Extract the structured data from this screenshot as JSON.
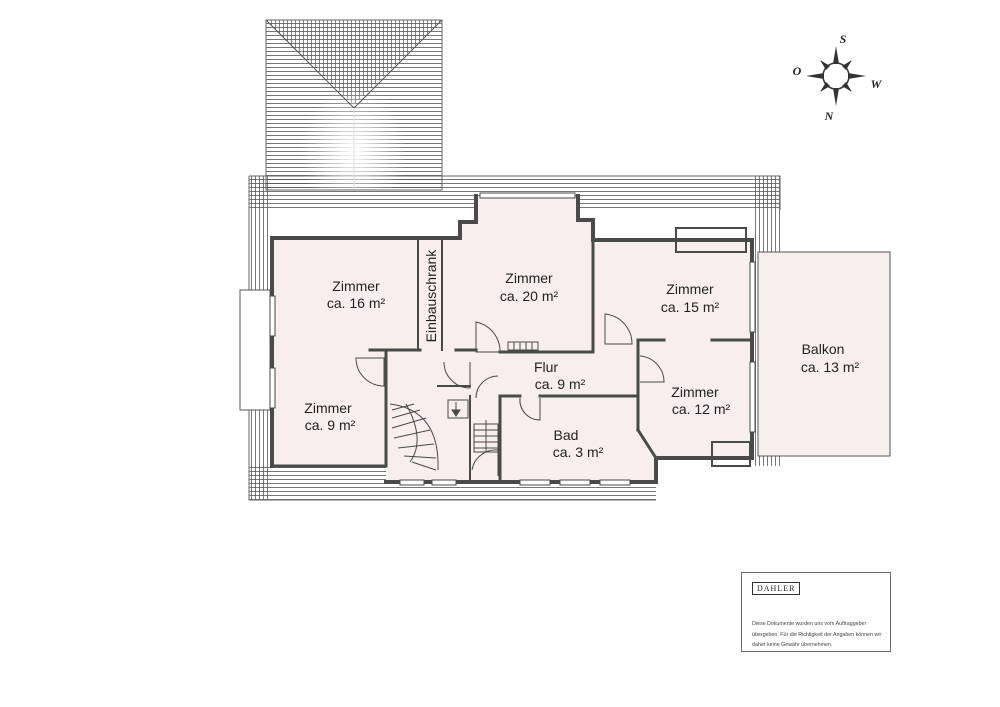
{
  "rooms": [
    {
      "name": "Zimmer",
      "area": "ca. 16 m²"
    },
    {
      "name": "Zimmer",
      "area": "ca. 20 m²"
    },
    {
      "name": "Zimmer",
      "area": "ca. 15 m²"
    },
    {
      "name": "Balkon",
      "area": "ca. 13 m²"
    },
    {
      "name": "Flur",
      "area": "ca. 9 m²"
    },
    {
      "name": "Zimmer",
      "area": "ca. 9 m²"
    },
    {
      "name": "Zimmer",
      "area": "ca. 12 m²"
    },
    {
      "name": "Bad",
      "area": "ca. 3 m²"
    }
  ],
  "einbauschrank": "Einbauschrank",
  "compass": {
    "north": "N",
    "south": "S",
    "east": "O",
    "west": "W"
  },
  "disclaimer": {
    "logo": "DAHLER",
    "text": "Diese Dokumente wurden uns vom Auftraggeber übergeben. Für die Richtigkeit der Angaben können wir daher keine Gewähr übernehmen."
  },
  "colors": {
    "wall": "#4a4a4a",
    "floor": "#f8eeee",
    "roof_lines": "#555555"
  }
}
